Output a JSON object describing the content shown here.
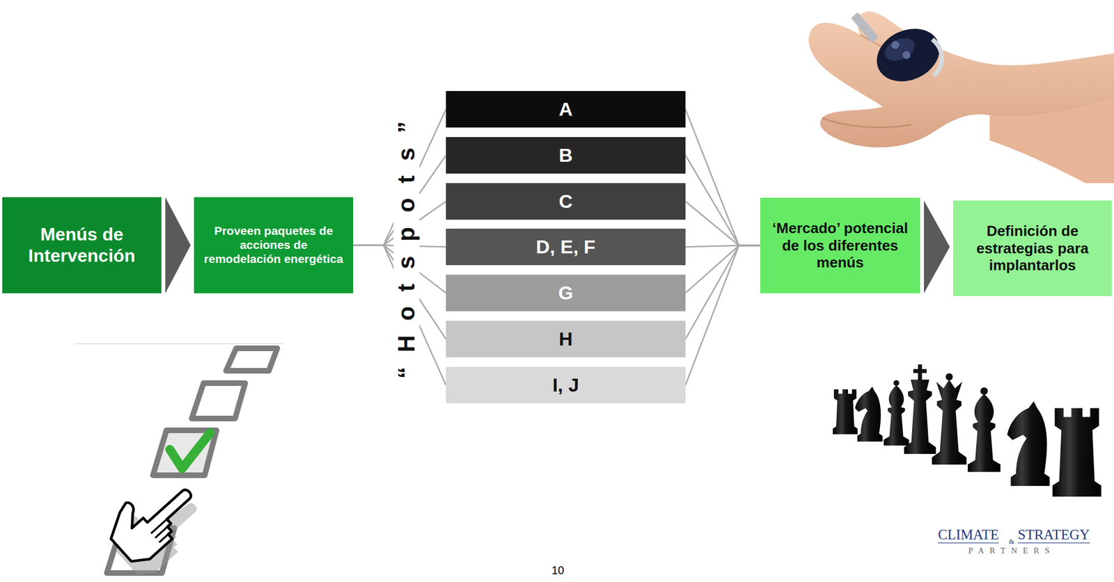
{
  "diagram": {
    "nodes": [
      {
        "text": [
          "Menús de Intervención"
        ]
      },
      {
        "text": [
          "Proveen paquetes de acciones de remodelación energética"
        ]
      },
      {
        "text": [
          "A"
        ]
      },
      {
        "text": [
          "B"
        ]
      },
      {
        "text": [
          "C"
        ]
      },
      {
        "text": [
          "D, E, F"
        ]
      },
      {
        "text": [
          "G"
        ]
      },
      {
        "text": [
          "H"
        ]
      },
      {
        "text": [
          "I, J"
        ]
      },
      {
        "text": [
          "‘Mercado’ potencial de los diferentes menús"
        ]
      },
      {
        "text": [
          "Definición de estrategias para implantarlos"
        ]
      }
    ],
    "edges": [
      {
        "from": 0,
        "to": 1,
        "arrow": "to"
      },
      {
        "from": 1,
        "to": 2,
        "arrow": "none"
      },
      {
        "from": 1,
        "to": 3,
        "arrow": "none"
      },
      {
        "from": 1,
        "to": 4,
        "arrow": "none"
      },
      {
        "from": 1,
        "to": 5,
        "arrow": "none"
      },
      {
        "from": 1,
        "to": 6,
        "arrow": "none"
      },
      {
        "from": 1,
        "to": 7,
        "arrow": "none"
      },
      {
        "from": 1,
        "to": 8,
        "arrow": "none"
      },
      {
        "from": 2,
        "to": 9,
        "arrow": "none"
      },
      {
        "from": 3,
        "to": 9,
        "arrow": "none"
      },
      {
        "from": 4,
        "to": 9,
        "arrow": "none"
      },
      {
        "from": 5,
        "to": 9,
        "arrow": "none"
      },
      {
        "from": 6,
        "to": 9,
        "arrow": "none"
      },
      {
        "from": 7,
        "to": 9,
        "arrow": "none"
      },
      {
        "from": 8,
        "to": 9,
        "arrow": "none"
      },
      {
        "from": 9,
        "to": 10,
        "arrow": "to"
      }
    ],
    "labels": [
      "“Hotspots”",
      "10",
      "CLIMATE",
      "&",
      "STRATEGY",
      "PARTNERS"
    ]
  }
}
